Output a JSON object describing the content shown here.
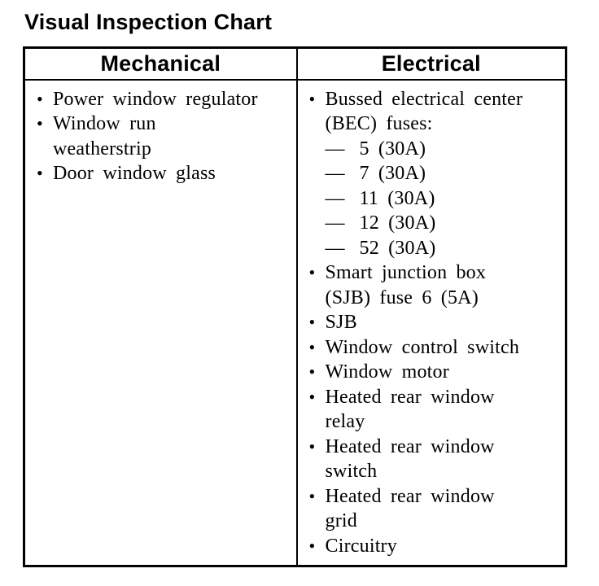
{
  "page": {
    "title": "Visual Inspection Chart"
  },
  "markers": {
    "bullet": "•",
    "dash": "—"
  },
  "table": {
    "columns": [
      {
        "header": "Mechanical",
        "items": [
          {
            "text": "Power window regulator"
          },
          {
            "text": "Window run\nweatherstrip"
          },
          {
            "text": "Door window glass"
          }
        ]
      },
      {
        "header": "Electrical",
        "items": [
          {
            "text": "Bussed electrical center\n(BEC) fuses:",
            "sub_items": [
              "5 (30A)",
              "7 (30A)",
              "11 (30A)",
              "12 (30A)",
              "52 (30A)"
            ]
          },
          {
            "text": "Smart junction box\n(SJB) fuse 6 (5A)"
          },
          {
            "text": "SJB"
          },
          {
            "text": "Window control switch"
          },
          {
            "text": "Window motor"
          },
          {
            "text": "Heated rear window\nrelay"
          },
          {
            "text": "Heated rear window\nswitch"
          },
          {
            "text": "Heated rear window\ngrid"
          },
          {
            "text": "Circuitry"
          }
        ]
      }
    ]
  }
}
